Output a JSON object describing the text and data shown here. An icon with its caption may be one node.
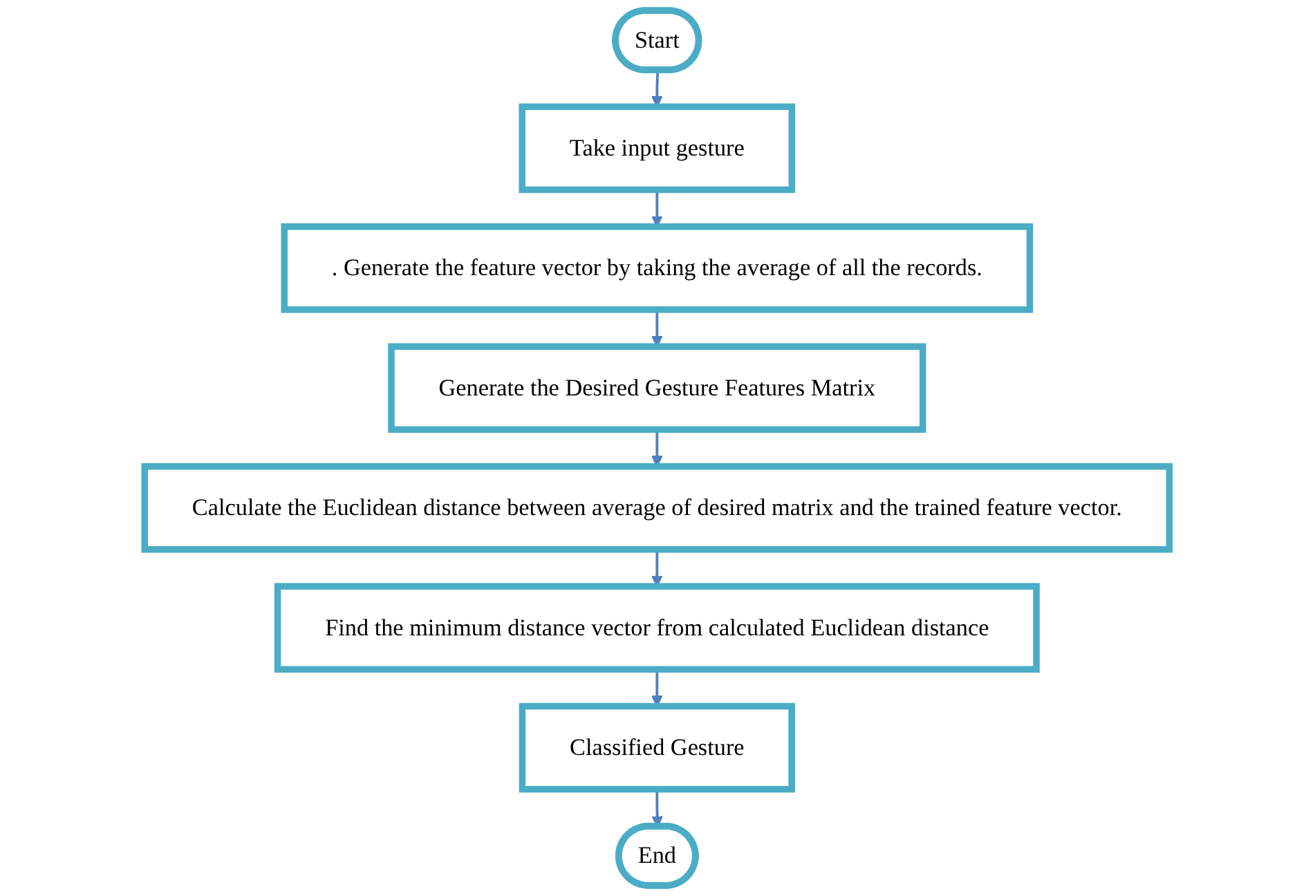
{
  "diagram": {
    "nodes": [
      {
        "text": [
          "Start"
        ]
      },
      {
        "text": [
          "Take input gesture"
        ]
      },
      {
        "text": [
          ". Generate the feature vector by taking the average of all the records."
        ]
      },
      {
        "text": [
          "Generate the Desired Gesture Features Matrix"
        ]
      },
      {
        "text": [
          "Calculate the Euclidean distance between average of desired matrix and the trained feature vector."
        ]
      },
      {
        "text": [
          "Find the minimum distance vector from calculated Euclidean distance"
        ]
      },
      {
        "text": [
          "Classified Gesture"
        ]
      },
      {
        "text": [
          "End"
        ]
      }
    ],
    "edges": [
      {
        "from": 0,
        "to": 1,
        "arrow": "to"
      },
      {
        "from": 1,
        "to": 2,
        "arrow": "to"
      },
      {
        "from": 2,
        "to": 3,
        "arrow": "to"
      },
      {
        "from": 3,
        "to": 4,
        "arrow": "to"
      },
      {
        "from": 4,
        "to": 5,
        "arrow": "to"
      },
      {
        "from": 5,
        "to": 6,
        "arrow": "to"
      },
      {
        "from": 6,
        "to": 7,
        "arrow": "to"
      }
    ]
  }
}
